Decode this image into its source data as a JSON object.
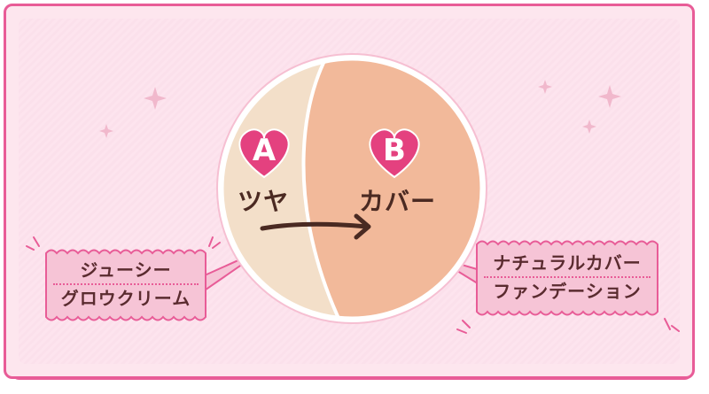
{
  "option_a": {
    "letter": "A",
    "label": "ツヤ"
  },
  "option_b": {
    "letter": "B",
    "label": "カバー"
  },
  "left_note": {
    "line1": "ジューシー",
    "line2": "グロウクリーム"
  },
  "right_note": {
    "line1": "ナチュラルカバー",
    "line2": "ファンデーション"
  },
  "colors": {
    "frame": "#e85c97",
    "heart": "#e4417f",
    "skin_light": "#f3dfc9",
    "skin_dark": "#f2b99a",
    "arrow": "#4a2a22"
  }
}
